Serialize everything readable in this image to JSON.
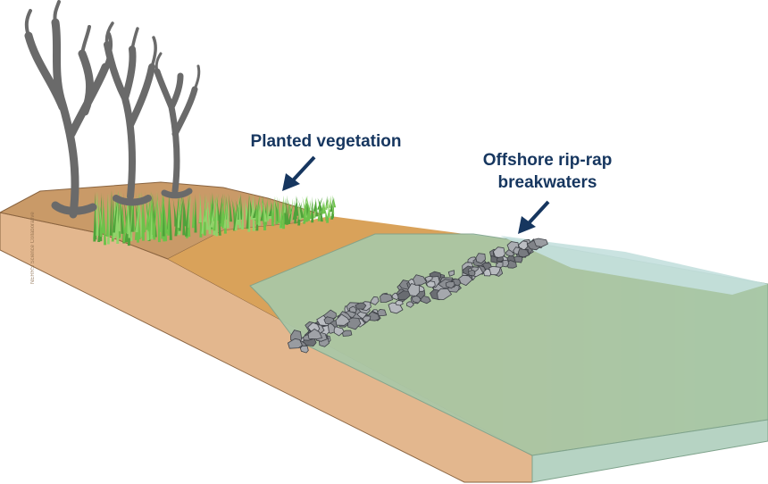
{
  "diagram": {
    "labels": {
      "planted_vegetation": "Planted vegetation",
      "offshore_breakwaters": "Offshore rip-rap breakwaters"
    },
    "credit": "NERRS Science Collaborative",
    "colors": {
      "soil": "#e2b48a",
      "soil_top": "#c99a68",
      "marsh_sand": "#d9a25a",
      "water": "#a8c9a6",
      "water_surface": "#c4e0de",
      "grass": "#6cc24a",
      "tree": "#6a6a6a",
      "rock": "#8e9197",
      "label": "#16365f"
    },
    "icons": [
      "tree-icon",
      "grass-icon",
      "rock-icon",
      "arrow-icon"
    ]
  }
}
